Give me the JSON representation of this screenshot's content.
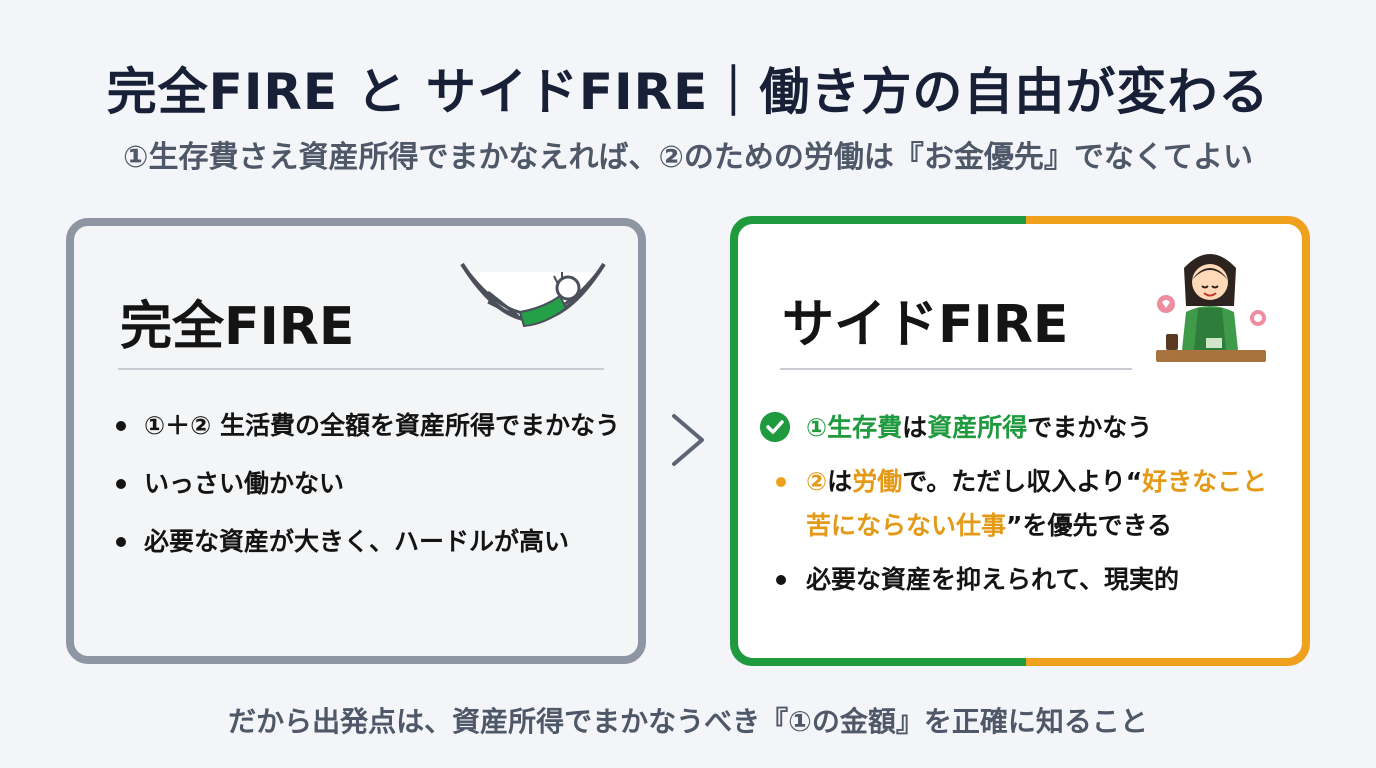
{
  "title": "完全FIRE と サイドFIRE｜働き方の自由が変わる",
  "subtitle": "①生存費さえ資産所得でまかなえれば、②のための労働は『お金優先』でなくてよい",
  "full_fire": {
    "heading": "完全FIRE",
    "icon": "hammock-icon",
    "bullets": [
      "①＋② 生活費の全額を資産所得でまかなう",
      "いっさい働かない",
      "必要な資産が大きく、ハードルが高い"
    ]
  },
  "side_fire": {
    "heading": "サイドFIRE",
    "icon": "working-person-icon",
    "b1": {
      "p1": "①生存費",
      "p2": "は",
      "p3": "資産所得",
      "p4": "でまかなう"
    },
    "b2": {
      "p1": "②",
      "p2": "は",
      "p3": "労働",
      "p4": "で。ただし収入より“",
      "p5": "好きなこと苦にならない仕事",
      "p6": "”を優先できる"
    },
    "b3": "必要な資産を抑えられて、現実的"
  },
  "footer": "だから出発点は、資産所得でまかなうべき『①の金額』を正確に知ること",
  "colors": {
    "green": "#1f9a3e",
    "orange": "#efa11e",
    "gray_border": "#8f96a3"
  }
}
